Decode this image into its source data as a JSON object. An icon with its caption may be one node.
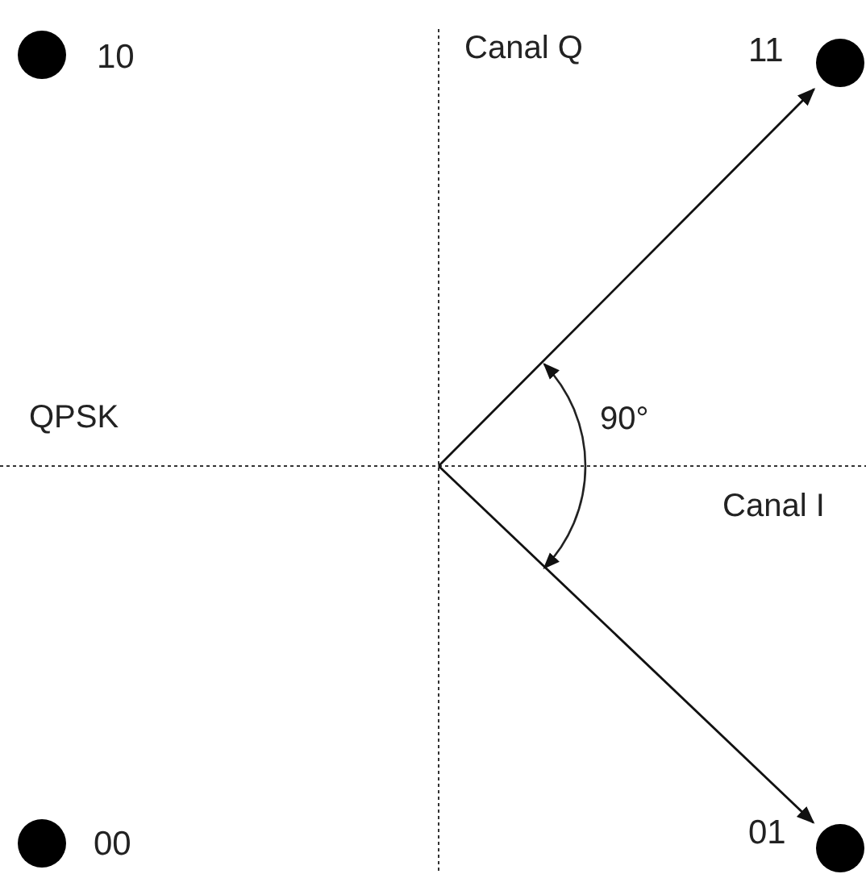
{
  "diagram": {
    "nodes": [
      {
        "text": [],
        "shape": "circle",
        "beside": [
          "10"
        ]
      },
      {
        "text": [],
        "shape": "circle",
        "beside": [
          "11"
        ]
      },
      {
        "text": [],
        "shape": "circle",
        "beside": [
          "00"
        ]
      },
      {
        "text": [],
        "shape": "circle",
        "beside": [
          "01"
        ]
      }
    ],
    "edges": [
      {
        "from": null,
        "to": 1,
        "arrow": "to"
      },
      {
        "from": null,
        "to": 3,
        "arrow": "to"
      }
    ],
    "labels": [
      "Canal Q",
      "QPSK",
      "90°",
      "Canal I"
    ]
  }
}
